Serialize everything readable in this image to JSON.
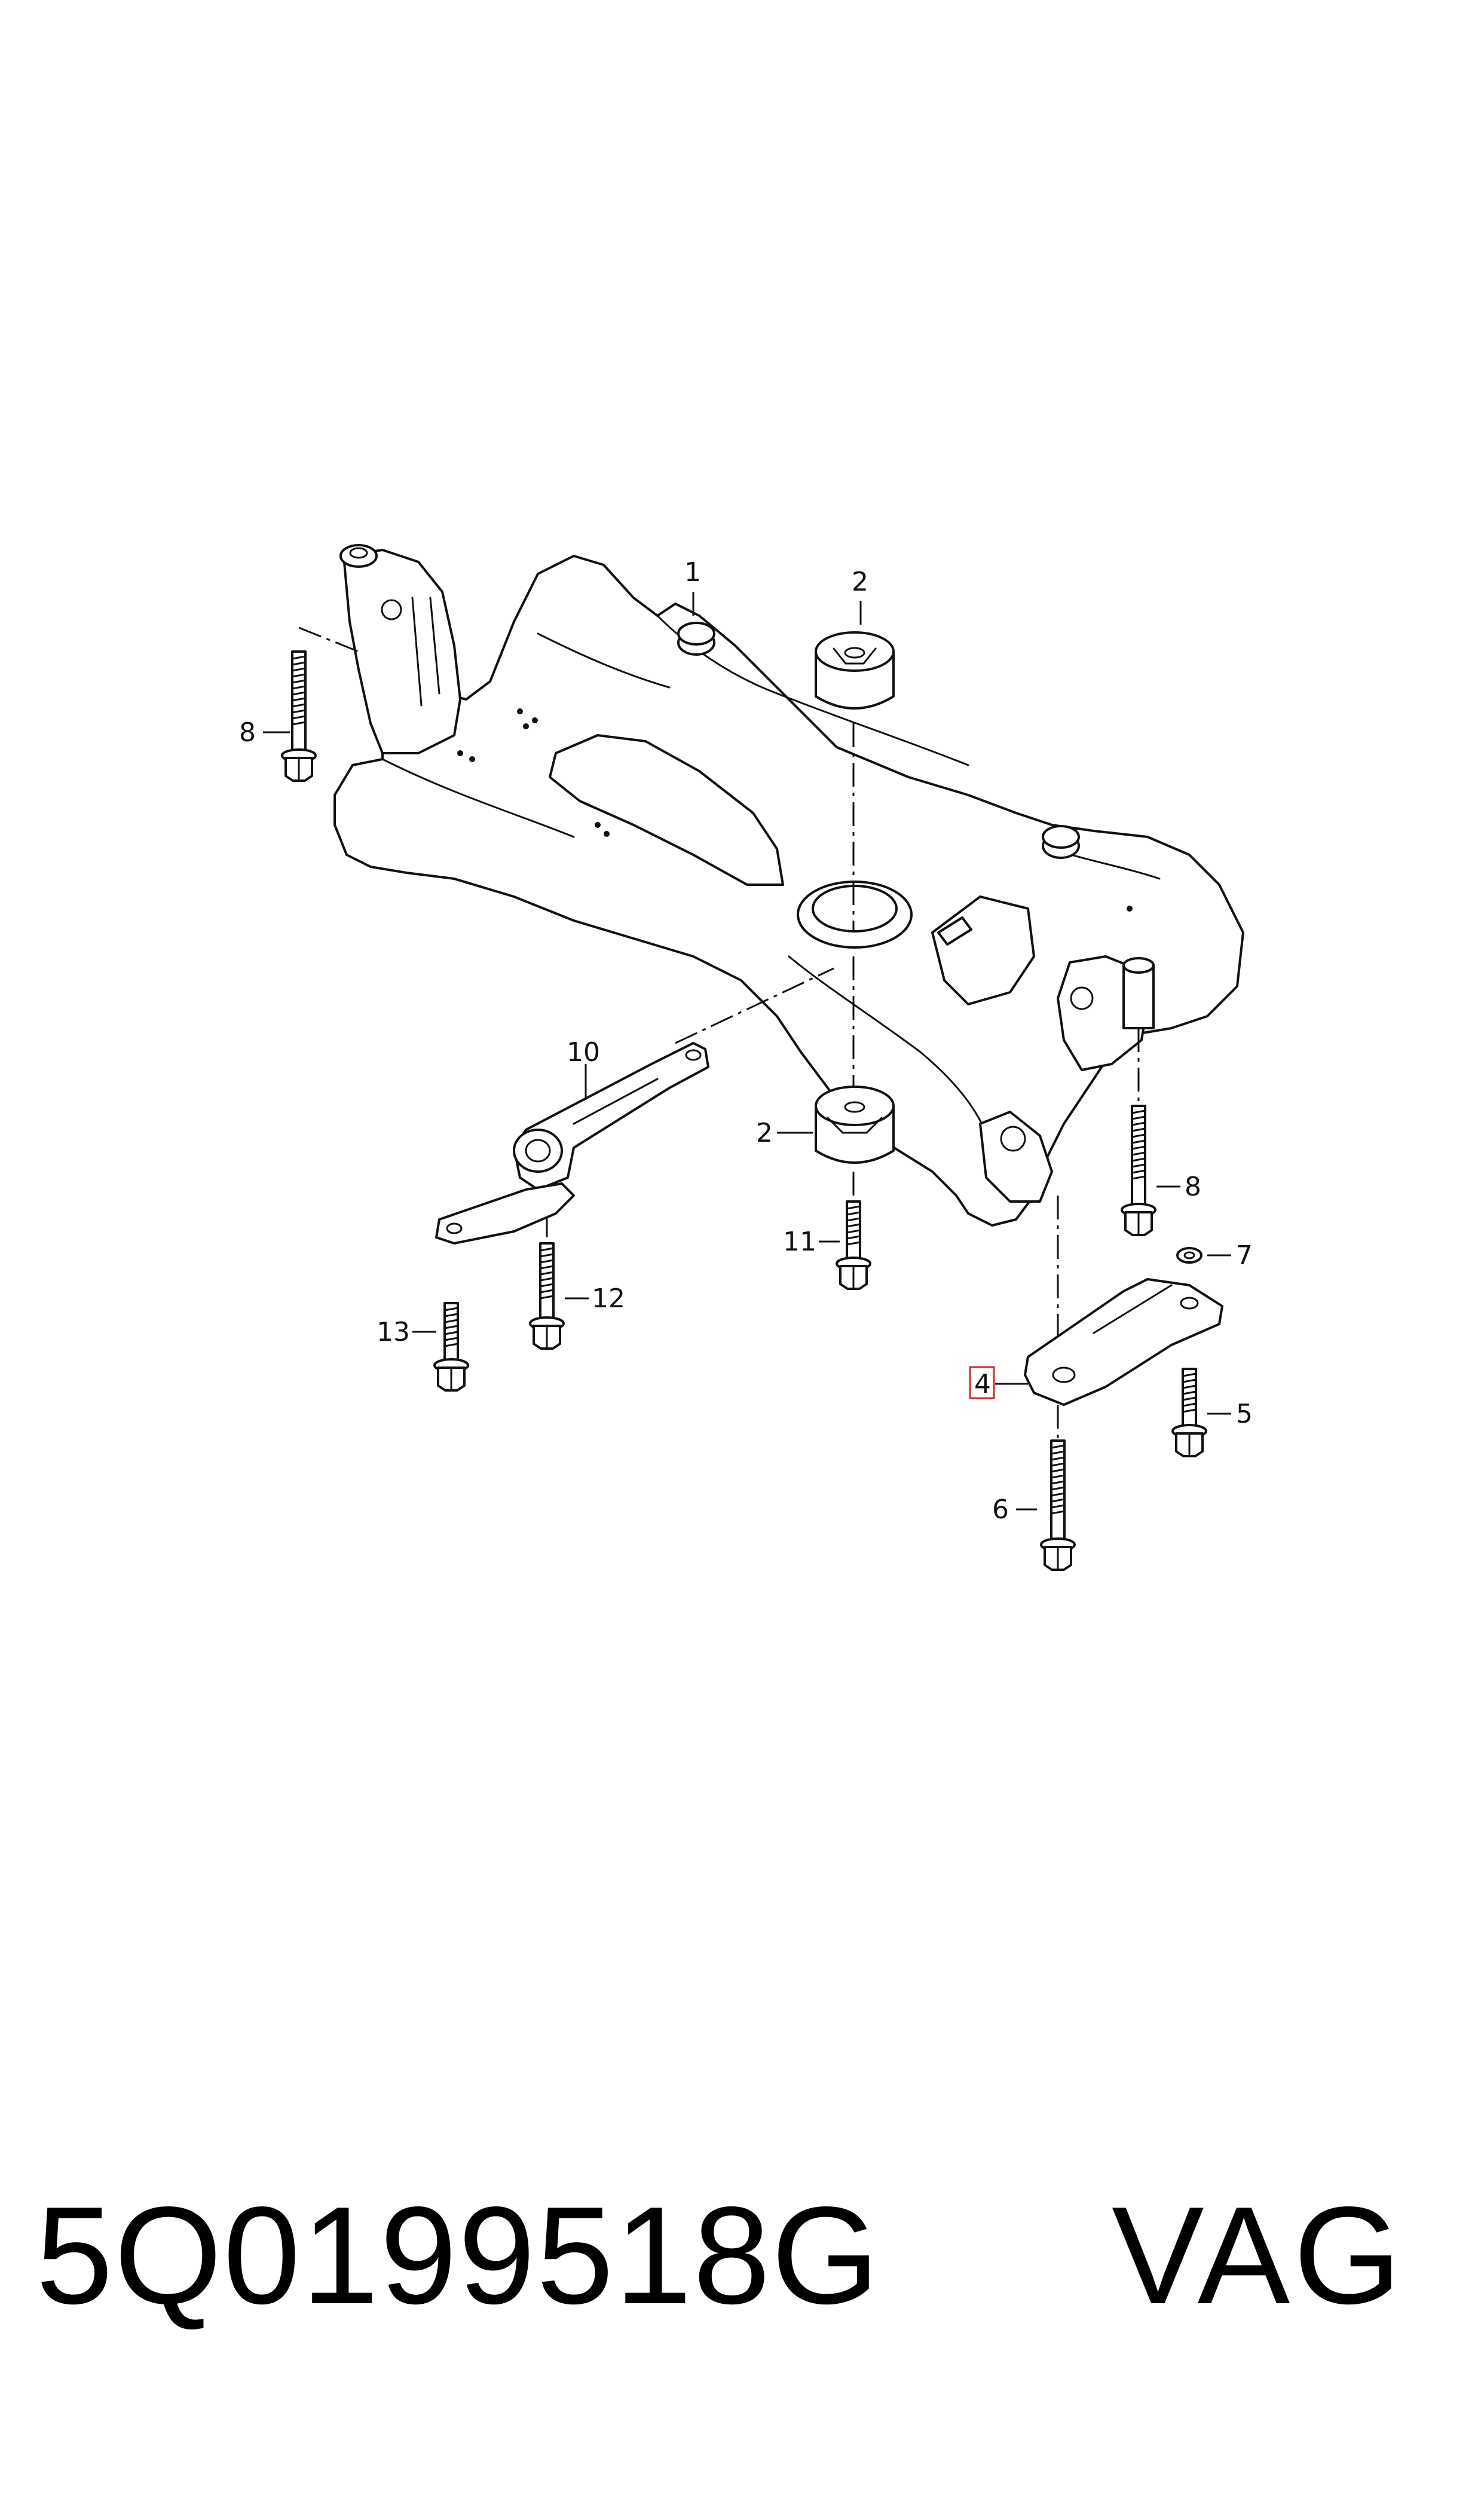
{
  "diagram": {
    "callouts": [
      {
        "id": "c1",
        "text": "1"
      },
      {
        "id": "c2a",
        "text": "2"
      },
      {
        "id": "c2b",
        "text": "2"
      },
      {
        "id": "c4",
        "text": "4",
        "highlighted": true
      },
      {
        "id": "c5",
        "text": "5"
      },
      {
        "id": "c6",
        "text": "6"
      },
      {
        "id": "c7",
        "text": "7"
      },
      {
        "id": "c8a",
        "text": "8"
      },
      {
        "id": "c8b",
        "text": "8"
      },
      {
        "id": "c10",
        "text": "10"
      },
      {
        "id": "c11",
        "text": "11"
      },
      {
        "id": "c12",
        "text": "12"
      },
      {
        "id": "c13",
        "text": "13"
      }
    ],
    "line_color": "#111111",
    "highlight_color": "#d22b2b"
  },
  "footer": {
    "part_number": "5Q0199518G",
    "brand": "VAG"
  }
}
